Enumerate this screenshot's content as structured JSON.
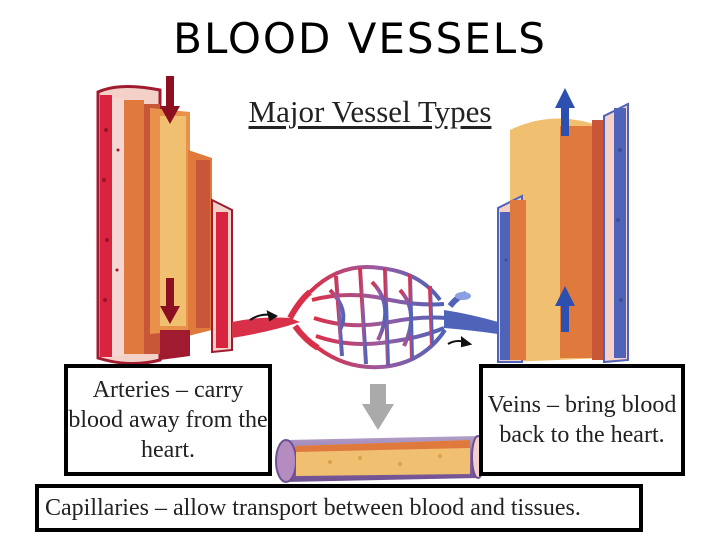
{
  "title": "BLOOD VESSELS",
  "subtitle": "Major Vessel Types",
  "labels": {
    "arteries": "Arteries – carry blood away from the heart.",
    "veins": "Veins – bring blood back to the heart.",
    "capillaries": "Capillaries – allow transport between blood and tissues."
  },
  "colors": {
    "artery_red": "#c8203a",
    "vein_blue": "#4f63b8",
    "muscle_orange": "#e07a3c",
    "inner_tan": "#f0c070",
    "arrow_dark_red": "#8c1020",
    "arrow_blue": "#2d4fb0"
  }
}
